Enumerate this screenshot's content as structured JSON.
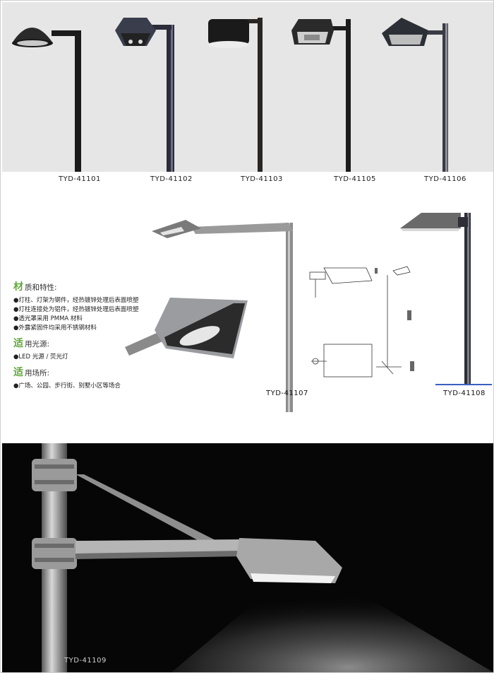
{
  "top_products": [
    {
      "model": "TYD-41101"
    },
    {
      "model": "TYD-41102"
    },
    {
      "model": "TYD-41103"
    },
    {
      "model": "TYD-41105"
    },
    {
      "model": "TYD-41106"
    }
  ],
  "middle_products": [
    {
      "model": "TYD-41107"
    },
    {
      "model": "TYD-41108"
    }
  ],
  "bottom_product": {
    "model": "TYD-41109"
  },
  "spec": {
    "material_heading_accent": "材",
    "material_heading_rest": "质和特性:",
    "material_lines": [
      "●灯柱、灯架为钢件，经热镀锌处理后表面喷塑",
      "●灯柱连接处为铝件，经热镀锌处理后表面喷塑",
      "●透光罩采用 PMMA 材料",
      "●外露紧固件均采用不锈钢材料"
    ],
    "light_heading_accent": "适",
    "light_heading_rest": "用光源:",
    "light_lines": [
      "●LED 光源 / 荧光灯"
    ],
    "place_heading_accent": "适",
    "place_heading_rest": "用场所:",
    "place_lines": [
      "●广场、公园、步行街、别墅小区等场合"
    ]
  },
  "colors": {
    "accent_green": "#5fa83a",
    "band_gray": "#e6e6e6",
    "dark_bg": "#060606",
    "blue_base": "#3a5fbf"
  }
}
